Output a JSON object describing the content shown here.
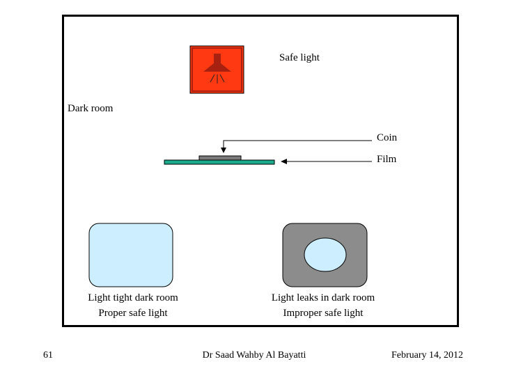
{
  "labels": {
    "safe_light": "Safe light",
    "dark_room": "Dark room",
    "coin": "Coin",
    "film": "Film"
  },
  "panels": [
    {
      "line1": "Light tight dark room",
      "line2": "Proper safe light"
    },
    {
      "line1": "Light leaks in dark room",
      "line2": "Improper safe light"
    }
  ],
  "footer": {
    "page_number": "61",
    "author": "Dr Saad Wahby Al Bayatti",
    "date": "February 14, 2012"
  },
  "colors": {
    "safe_light_fill": "#ff3a12",
    "safe_light_lamp": "#a82010",
    "film": "#1aa98a",
    "coin": "#7a7a7a",
    "panel_light": "#cdeefe",
    "panel_dark": "#8c8c8c"
  },
  "icons": {
    "safe_light": "hanging-lamp-icon"
  }
}
